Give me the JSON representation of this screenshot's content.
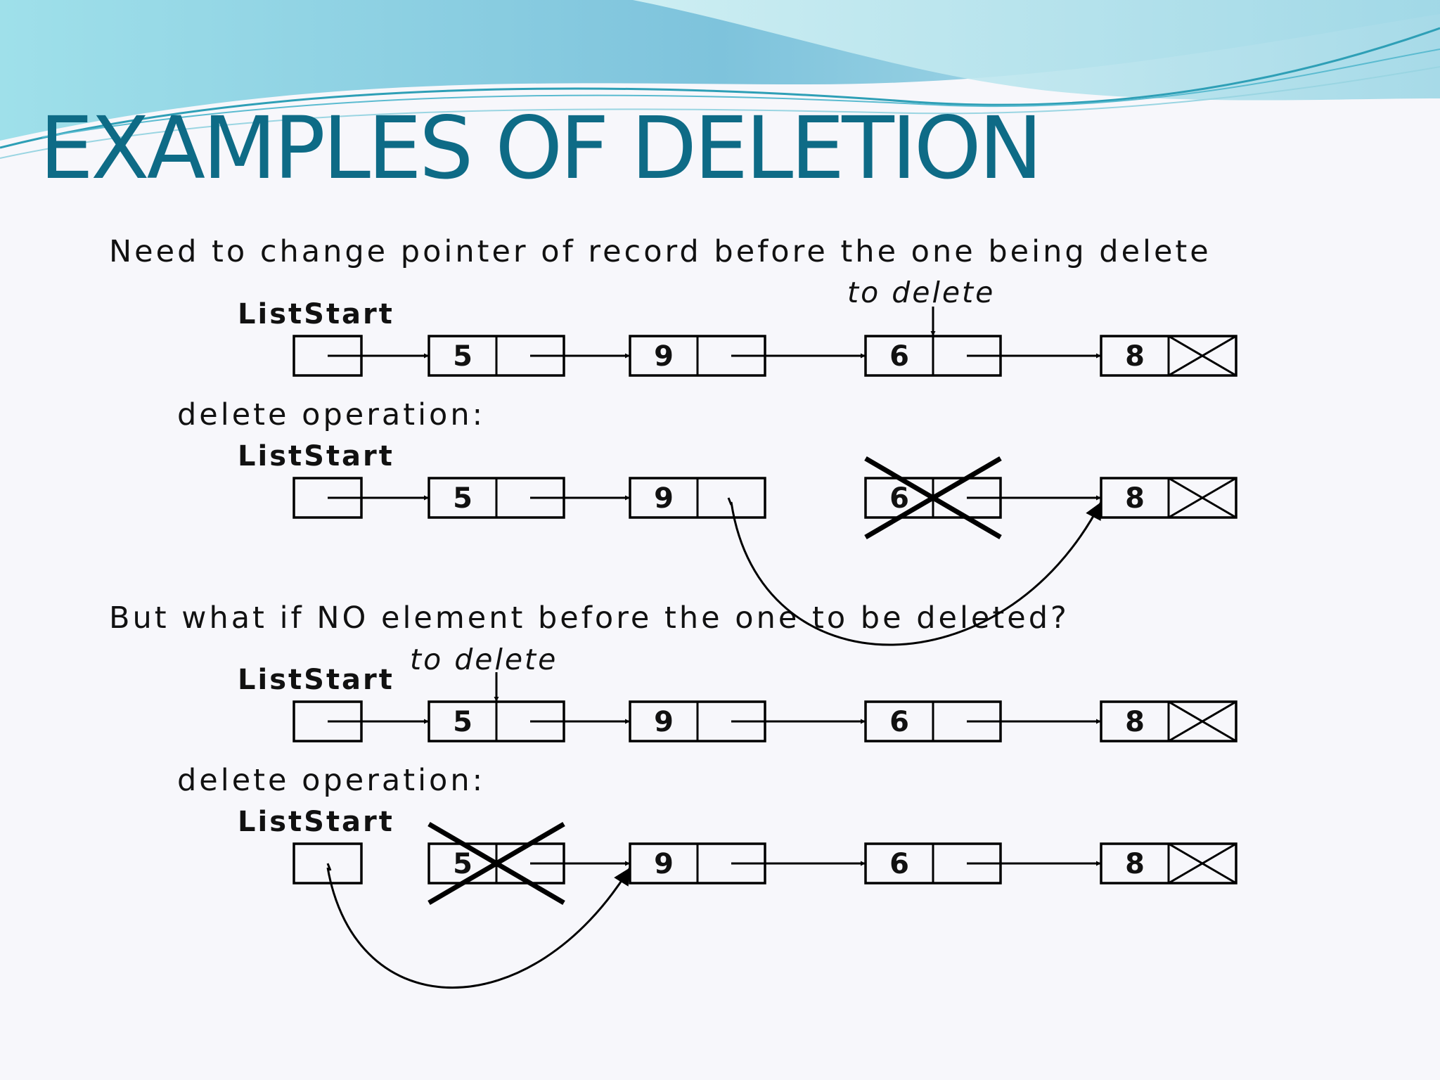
{
  "title": "EXAMPLES OF DELETION",
  "colors": {
    "title": "#0e6b86",
    "wave_light": "#bfe9ef",
    "wave_mid": "#7fc8dd",
    "wave_dark": "#3aa9c4"
  },
  "statements": {
    "first": "Need to change pointer of record before the one being delete",
    "second": "But what if NO element before the one to be deleted?"
  },
  "labels": {
    "list_start": "ListStart",
    "to_delete": "to delete",
    "delete_operation": "delete operation:"
  },
  "diagrams": [
    {
      "nodes": [
        "5",
        "9",
        "6",
        "8"
      ],
      "deleted_index": 2,
      "operation": false
    },
    {
      "nodes": [
        "5",
        "9",
        "6",
        "8"
      ],
      "deleted_index": 2,
      "operation": true
    },
    {
      "nodes": [
        "5",
        "9",
        "6",
        "8"
      ],
      "deleted_index": 0,
      "operation": false
    },
    {
      "nodes": [
        "5",
        "9",
        "6",
        "8"
      ],
      "deleted_index": 0,
      "operation": true
    }
  ]
}
